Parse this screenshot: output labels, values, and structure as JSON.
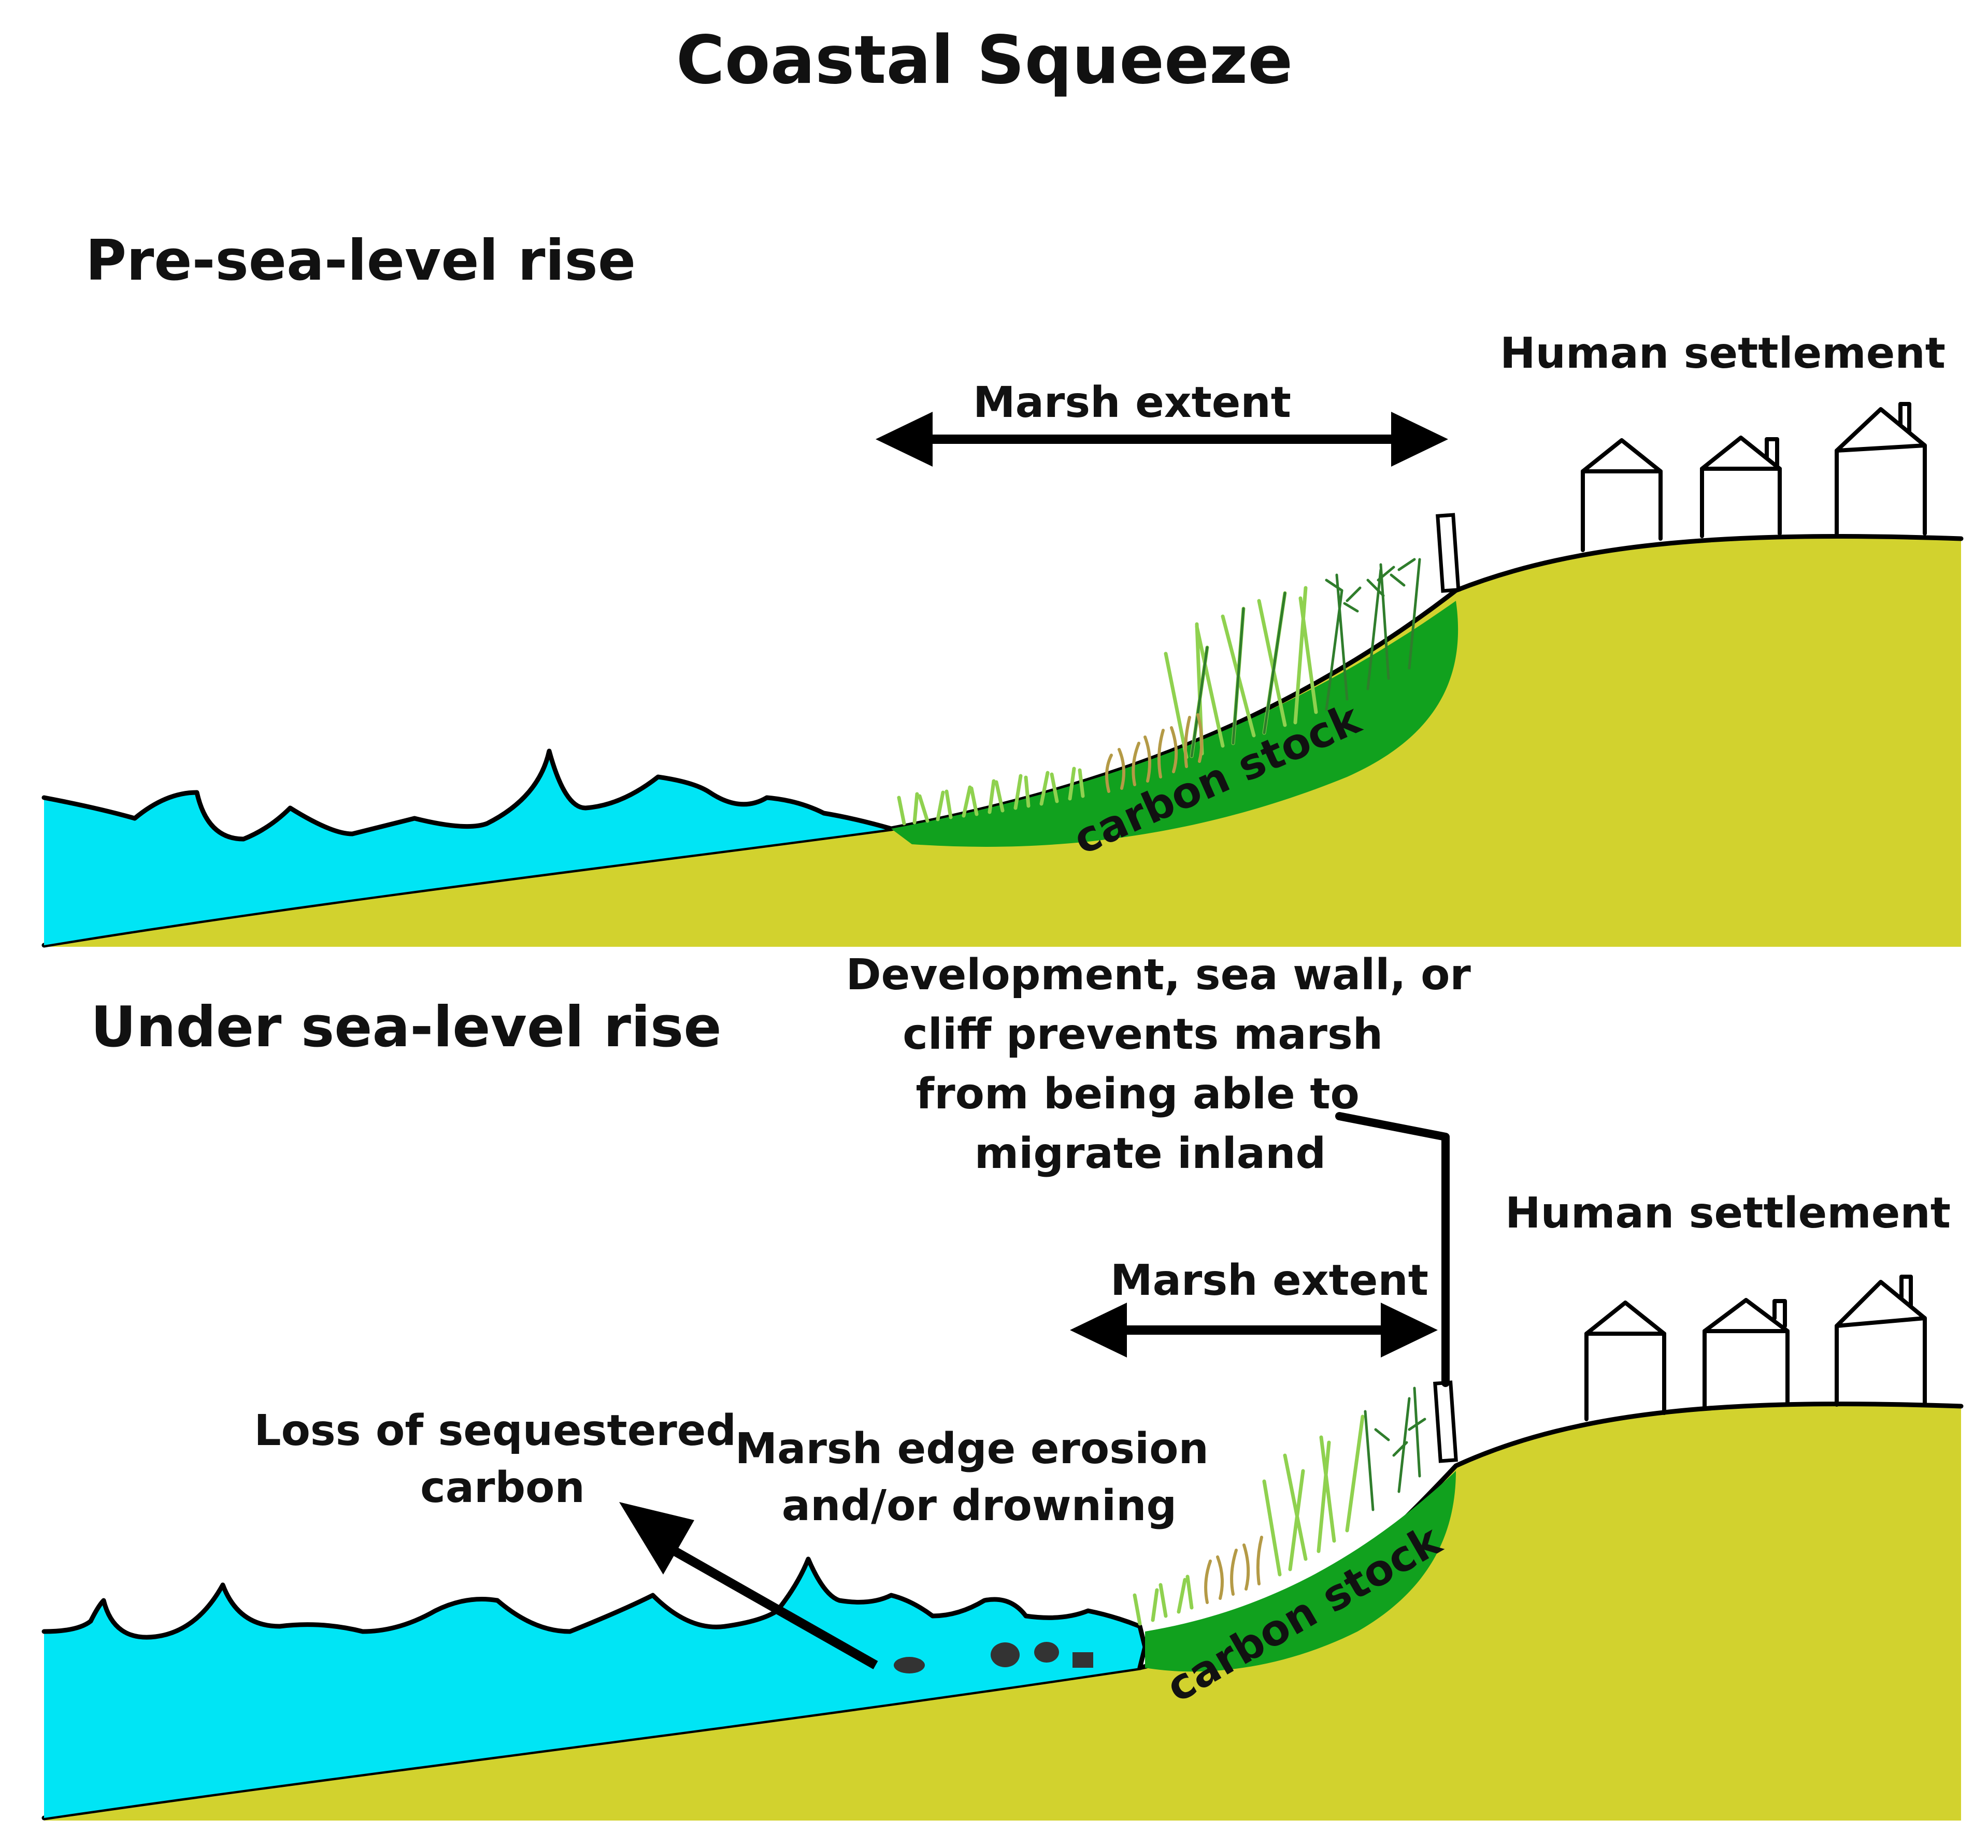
{
  "title": "Coastal Squeeze",
  "colors": {
    "water": "#00e5f5",
    "ground": "#d2d22e",
    "carbon_stock": "#11a11e",
    "grass_green": "#8fd14f",
    "grass_brown": "#b49a46",
    "outline": "#000000",
    "background": "#ffffff"
  },
  "panels": {
    "pre": {
      "heading": "Pre-sea-level rise",
      "settlement_label": "Human settlement",
      "marsh_extent_label": "Marsh extent",
      "carbon_label": "carbon stock"
    },
    "under": {
      "heading": "Under sea-level rise",
      "settlement_label": "Human settlement",
      "marsh_extent_label": "Marsh extent",
      "carbon_label": "carbon stock",
      "barrier_note": [
        "Development, sea wall, or",
        "cliff prevents marsh",
        "from being able to",
        "migrate inland"
      ],
      "loss_label": [
        "Loss of sequestered",
        "carbon"
      ],
      "erosion_label": [
        "Marsh edge erosion",
        "and/or drowning"
      ]
    }
  }
}
